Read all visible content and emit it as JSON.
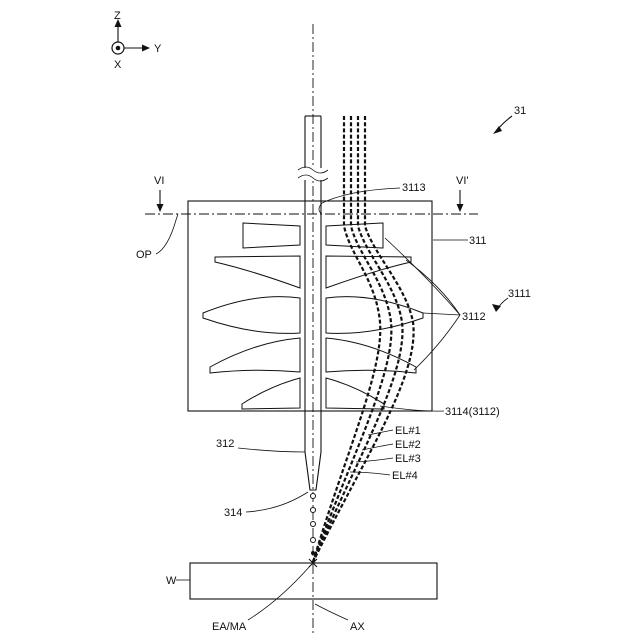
{
  "coord_axes": {
    "z": "Z",
    "y": "Y",
    "x": "X"
  },
  "labels": {
    "unit": "31",
    "section_left": "VI",
    "section_right": "VI'",
    "op": "OP",
    "deflector_hole": "3113",
    "column": "311",
    "unit_ref": "3111",
    "electrodes": "3112",
    "last_electrode": "3114(3112)",
    "el1": "EL#1",
    "el2": "EL#2",
    "el3": "EL#3",
    "el4": "EL#4",
    "rod": "312",
    "tip": "314",
    "wafer": "W",
    "ea_ma": "EA/MA",
    "ax": "AX"
  }
}
